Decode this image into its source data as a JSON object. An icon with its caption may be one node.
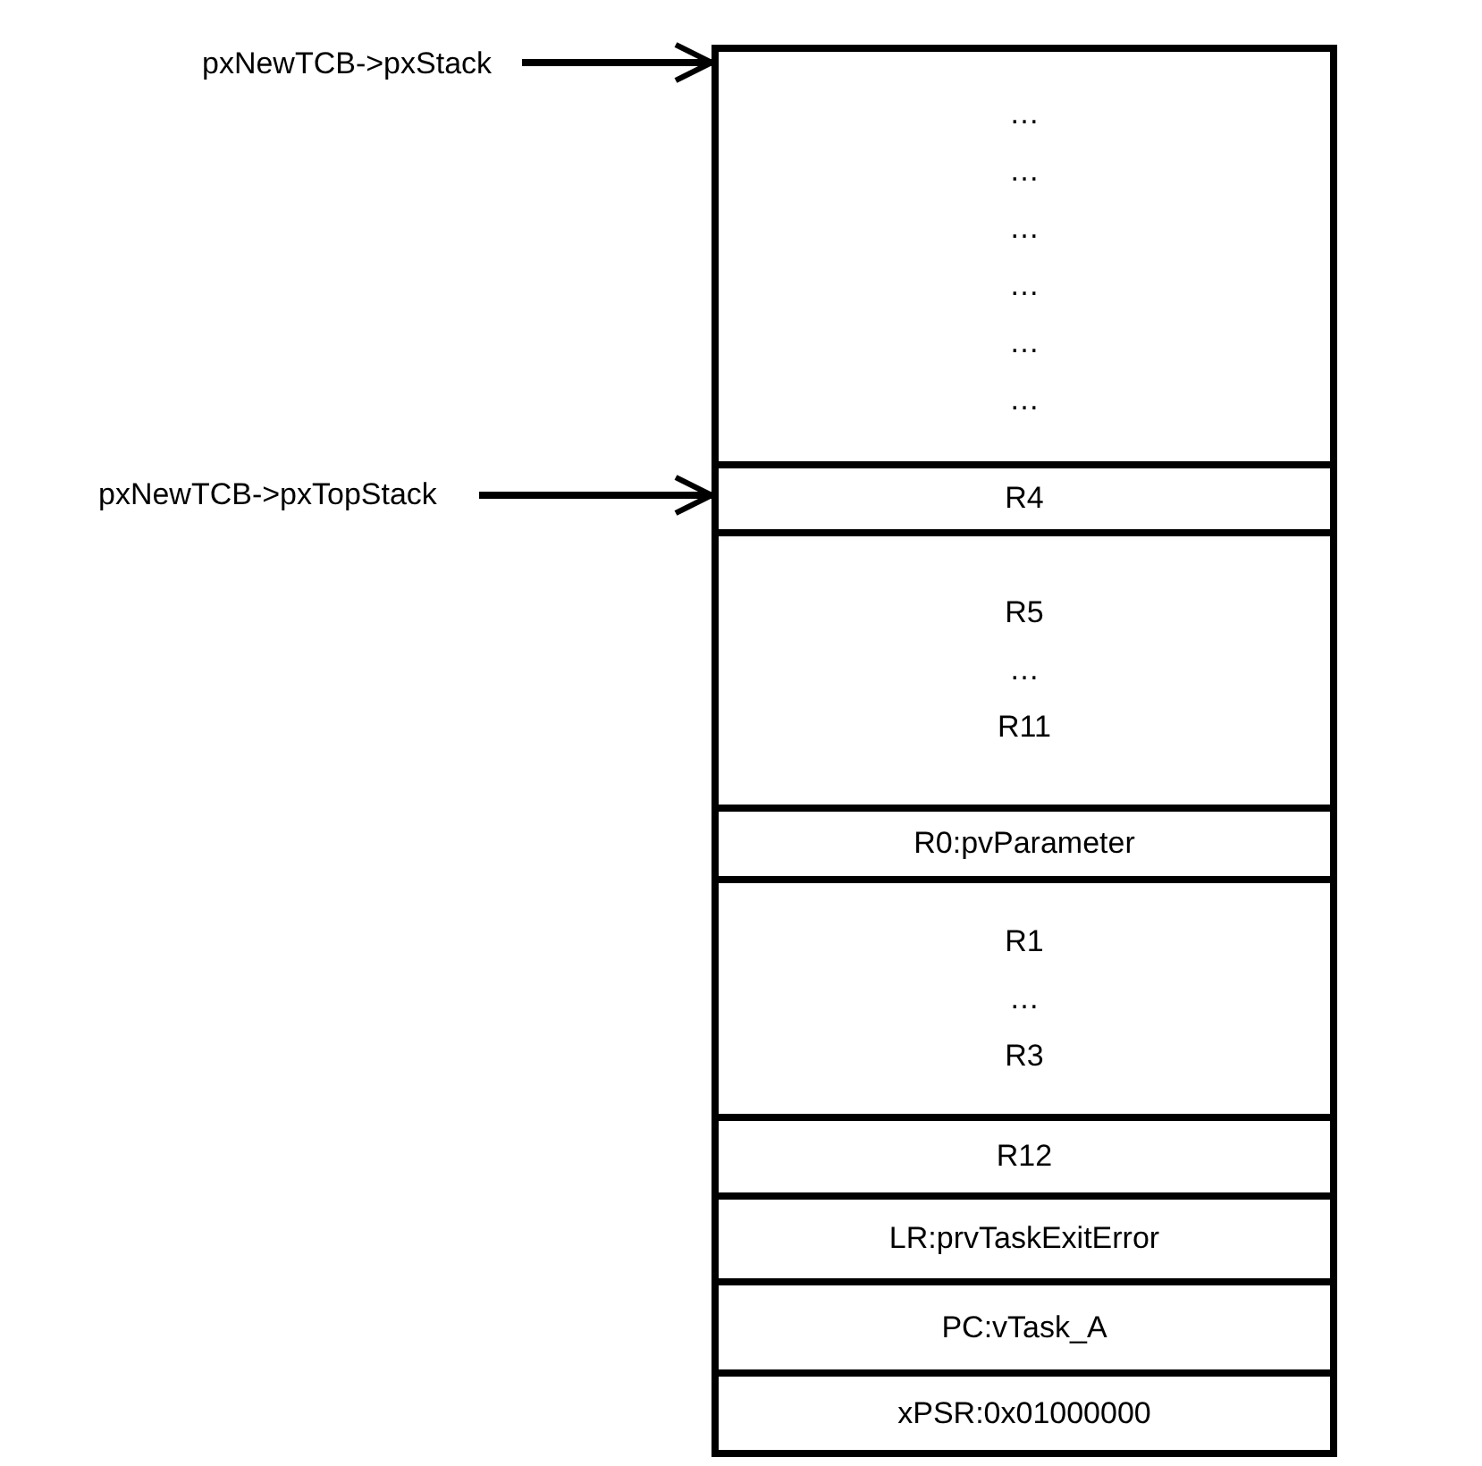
{
  "diagram": {
    "nodes": [
      {
        "text": [
          "pxNewTCB->pxStack"
        ]
      },
      {
        "text": [
          "…",
          "…",
          "…",
          "…",
          "…",
          "…"
        ]
      },
      {
        "text": [
          "pxNewTCB->pxTopStack"
        ]
      },
      {
        "text": [
          "R4"
        ]
      },
      {
        "text": [
          "R5",
          "…",
          "R11"
        ]
      },
      {
        "text": [
          "R0:pvParameter"
        ]
      },
      {
        "text": [
          "R1",
          "…",
          "R3"
        ]
      },
      {
        "text": [
          "R12"
        ]
      },
      {
        "text": [
          "LR:prvTaskExitError"
        ]
      },
      {
        "text": [
          "PC:vTask_A"
        ]
      },
      {
        "text": [
          "xPSR:0x01000000"
        ]
      }
    ],
    "edges": [
      {
        "from": 0,
        "to": 1,
        "arrow": "to"
      },
      {
        "from": 2,
        "to": 3,
        "arrow": "to"
      }
    ]
  }
}
